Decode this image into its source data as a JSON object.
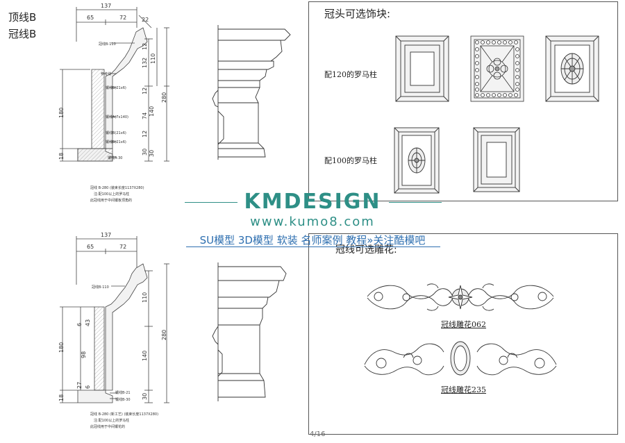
{
  "sheet": {
    "title_top": "顶线B",
    "title_crown": "冠线B",
    "page_number": "4/16"
  },
  "drawing_top": {
    "dims_horizontal": [
      "137",
      "65",
      "72"
    ],
    "dims_vertical_left": [
      "180",
      "18"
    ],
    "dims_vertical_mid": [
      "12",
      "132",
      "12",
      "74",
      "140",
      "12",
      "30",
      "30"
    ],
    "dims_vertical_right": [
      "110",
      "280"
    ],
    "dims_diag": "22",
    "callouts": [
      "冠线B-110",
      "参考线",
      "镶线B(21x6)",
      "镶线B(21x6)",
      "镶线B(21x6)",
      "镶线A(7x140)",
      "镶线A-30"
    ],
    "caption_1": "冠线 B-280 (装束长度1137X280)",
    "caption_2": "注:配100以上的罗马柱",
    "caption_3": "此冠线用于中间镶板顶角的"
  },
  "drawing_bottom": {
    "dims_horizontal": [
      "137",
      "65",
      "72"
    ],
    "dims_vertical_left": [
      "180",
      "18"
    ],
    "dims_vertical_mid": [
      "6",
      "43",
      "98",
      "27",
      "6"
    ],
    "dims_vertical_right": [
      "110",
      "140",
      "280",
      "30"
    ],
    "callouts": [
      "冠线B-110",
      "镶线B-21",
      "镶线B-30"
    ],
    "caption_1": "冠线 B-280 (新工艺) (装束长度1137X280)",
    "caption_2": "注:配100以上的罗马柱",
    "caption_3": "此冠线用于中间镶花的"
  },
  "panel_blocks": {
    "heading": "冠头可选饰块:",
    "label_120": "配120的罗马柱",
    "label_100": "配100的罗马柱"
  },
  "panel_carvings": {
    "heading": "冠线可选雕花:",
    "label_062": "冠线雕花062",
    "label_235": "冠线雕花235"
  },
  "watermark": {
    "logo": "KMDESIGN",
    "url": "www.kumo8.com",
    "tagline": "SU模型 3D模型 软装 名师案例 教程»关注酷模吧",
    "color": "#2e8f86"
  }
}
